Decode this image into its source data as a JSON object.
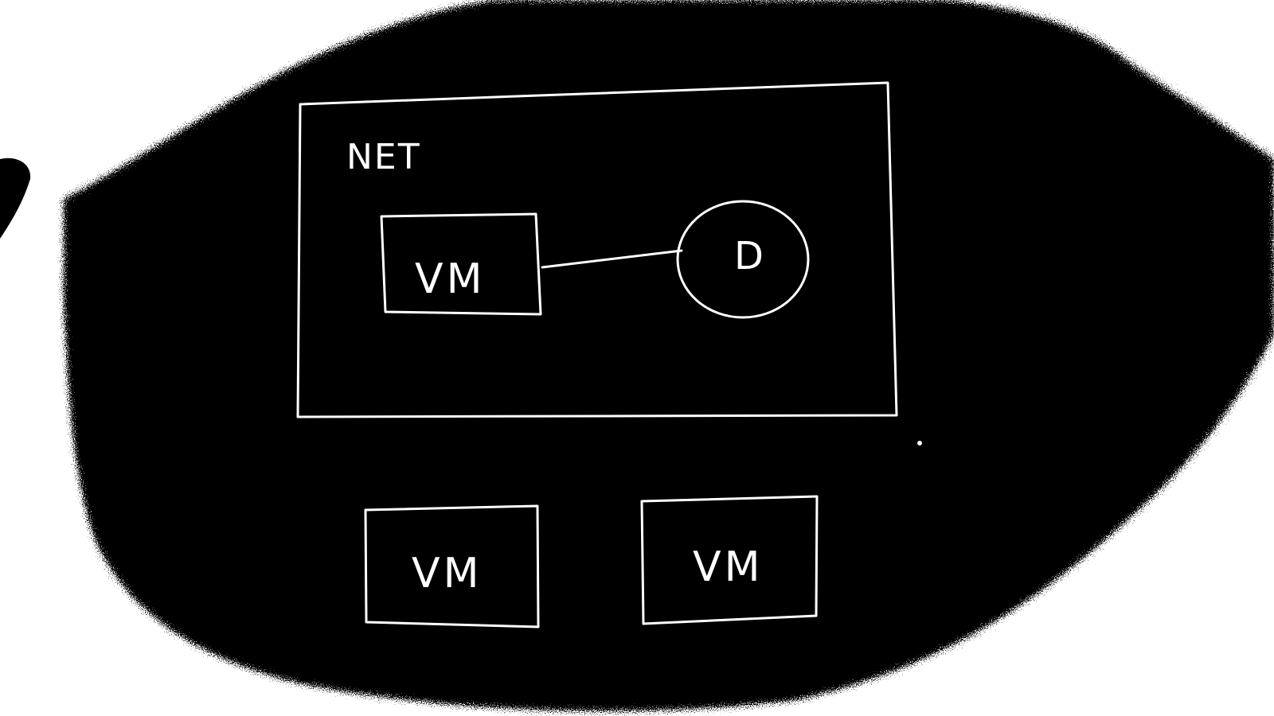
{
  "diagram": {
    "background": "#ffffff",
    "board_color": "#000000",
    "ink_color": "#ffffff",
    "network": {
      "label": "NET",
      "vm": {
        "label": "VM"
      },
      "database": {
        "label": "D"
      },
      "connection": {
        "from": "vm",
        "to": "database"
      }
    },
    "standalone_vms": [
      {
        "label": "VM"
      },
      {
        "label": "VM"
      }
    ]
  }
}
